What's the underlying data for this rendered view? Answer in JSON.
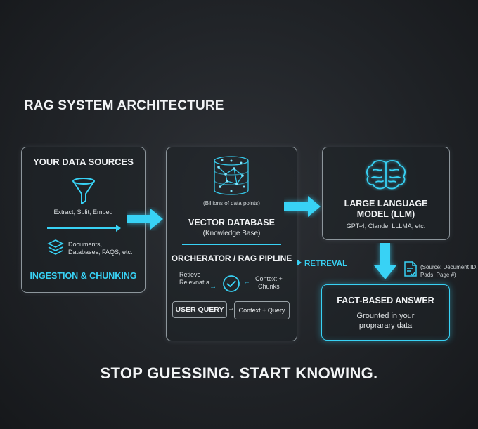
{
  "title": "RAG SYSTEM ARCHITECTURE",
  "sources": {
    "heading": "YOUR DATA SOURCES",
    "extract": "Extract, Split, Embed",
    "documents_line1": "Documents,",
    "documents_line2": "Databases, FAQS, etc.",
    "footer": "INGESTION & CHUNKING",
    "icons": [
      "funnel-icon",
      "stack-icon"
    ]
  },
  "vector": {
    "caption": "(Billions of data points)",
    "heading": "VECTOR DATABASE",
    "subheading": "(Knowledge Base)",
    "orchestrator": "ORCHERATOR / RAG PIPLINE",
    "retrieve_line1": "Retieve",
    "retrieve_line2": "Relevnat a",
    "context_line1": "Context +",
    "context_line2": "Chunks",
    "user_query_button": "USER QUERY",
    "context_query_button": "Context + Query",
    "icons": [
      "database-cylinder-icon",
      "checkmark-circle-icon"
    ]
  },
  "retrieval_label": "RETREVAL",
  "llm": {
    "heading_line1": "LARGE LANGUAGE",
    "heading_line2": "MODEL (LLM)",
    "models": "GPT-4, Clande, LLLMA, etc.",
    "icons": [
      "brain-icon"
    ]
  },
  "source_note": {
    "line1": "(Source: Decument ID,",
    "line2": "Pads, Page #)",
    "icon": "document-check-icon"
  },
  "answer": {
    "heading": "FACT-BASED ANSWER",
    "line1": "Grounted in your",
    "line2": "proprarary data"
  },
  "tagline": "STOP GUESSING. START KNOWING.",
  "colors": {
    "accent": "#38d2f5",
    "background": "#202327",
    "panel_border": "#8d969c"
  }
}
